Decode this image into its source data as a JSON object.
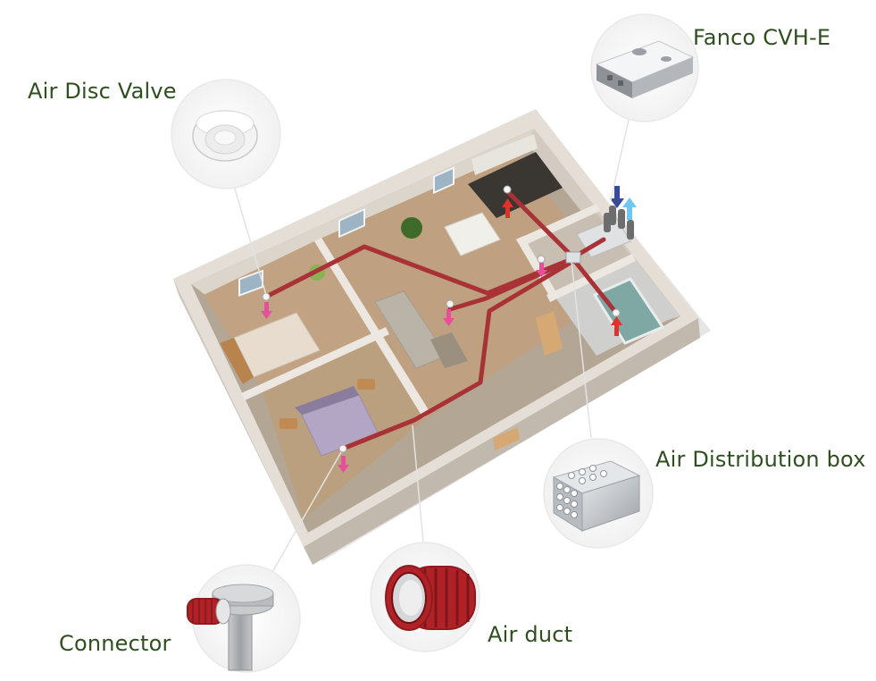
{
  "labels": {
    "air_disc_valve": "Air Disc Valve",
    "fanco": "Fanco CVH-E",
    "distribution_box": "Air Distribution box",
    "connector": "Connector",
    "air_duct": "Air duct"
  },
  "colors": {
    "label_text": "#2f4f1f",
    "duct": "#a83236",
    "supply_arrow": "#e84f9a",
    "exhaust_arrow": "#e0322d",
    "fresh_air_arrow": "#6fc6ee",
    "outgoing_air_arrow": "#3a4a9a",
    "floor": "#b3a695",
    "wall": "#e4ded6"
  }
}
